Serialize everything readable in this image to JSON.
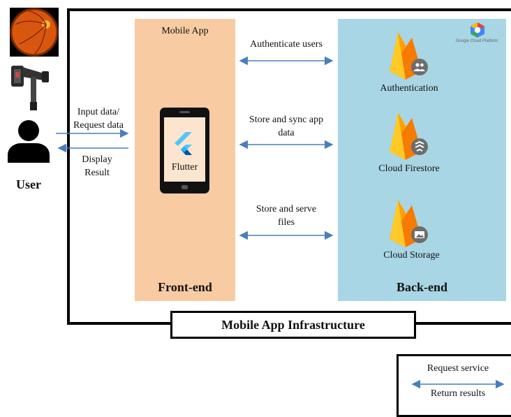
{
  "front_end": {
    "title": "Mobile App",
    "phone_label": "Flutter",
    "footer": "Front-end"
  },
  "back_end": {
    "footer": "Back-end",
    "gcp_caption": "Google Cloud Platform",
    "services": [
      {
        "label": "Authentication",
        "icon": "people-icon"
      },
      {
        "label": "Cloud Firestore",
        "icon": "database-icon"
      },
      {
        "label": "Cloud Storage",
        "icon": "image-icon"
      }
    ]
  },
  "connections": [
    {
      "label": "Authenticate users"
    },
    {
      "label_line1": "Store and sync app",
      "label_line2": "data"
    },
    {
      "label_line1": "Store and serve",
      "label_line2": "files"
    }
  ],
  "user": {
    "label": "User",
    "input_line1": "Input data/",
    "input_line2": "Request data",
    "output_line1": "Display",
    "output_line2": "Result"
  },
  "infrastructure_label": "Mobile App Infrastructure",
  "legend": {
    "request": "Request service",
    "return": "Return results"
  },
  "colors": {
    "front_end_fill": "#f9cba3",
    "back_end_fill": "#a9d6e5",
    "arrow": "#4a7ebb",
    "firebase_yellow": "#ffca28",
    "firebase_orange": "#f57c00"
  }
}
